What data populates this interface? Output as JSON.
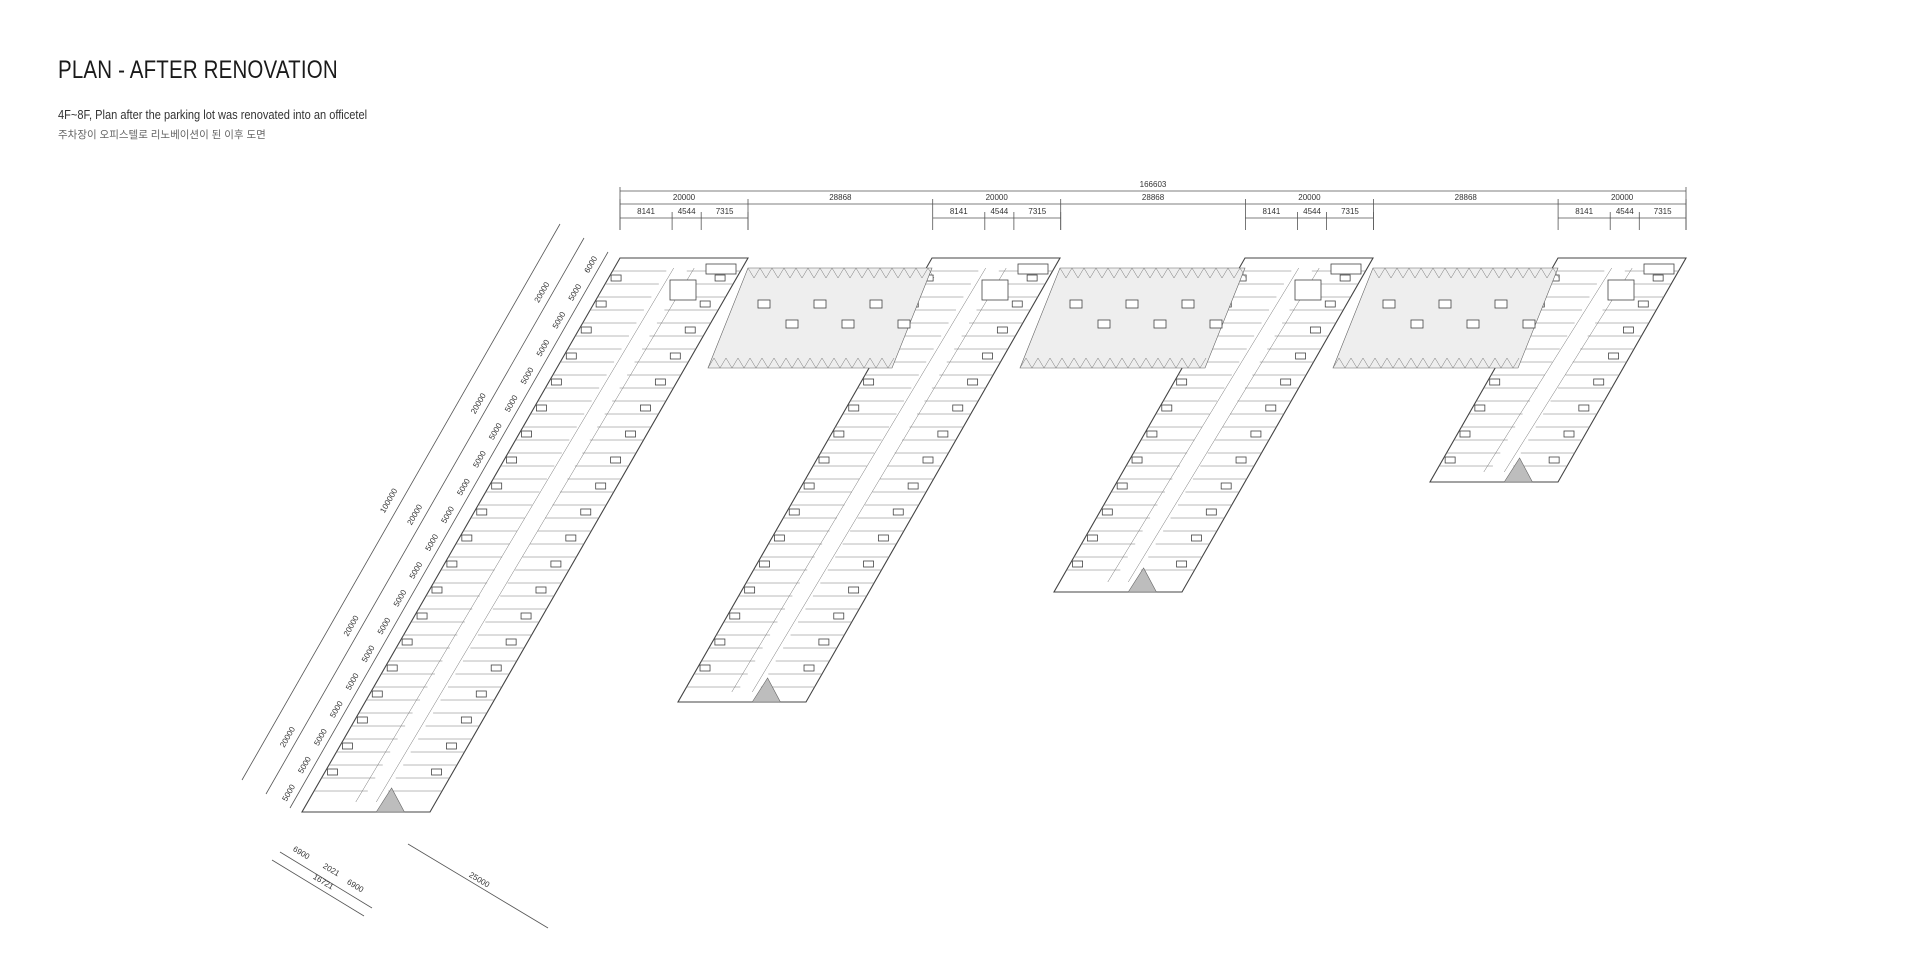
{
  "header": {
    "title": "PLAN - AFTER RENOVATION",
    "subtitle": "4F~8F, Plan after the parking lot was renovated into an officetel",
    "subtitle_kr": "주차장이 오피스텔로 리노베이션이 된 이후 도면"
  },
  "dimensions": {
    "overall": "166603",
    "module_width": "20000",
    "gap": "28868",
    "sub": [
      "8141",
      "4544",
      "7315"
    ],
    "diag_total": "100000",
    "diag_segments": [
      "20000",
      "20000",
      "20000",
      "20000",
      "20000"
    ],
    "diag_units": [
      "5000",
      "5000",
      "5000",
      "5000"
    ],
    "diag_top": "6000",
    "bottom_left": [
      "6900",
      "2021",
      "6900"
    ],
    "bottom_left_total": "16721",
    "bottom_depth": "25000"
  },
  "colors": {
    "line": "#444444",
    "atrium": "#eeeeee",
    "ramp": "#bdbdbd"
  }
}
